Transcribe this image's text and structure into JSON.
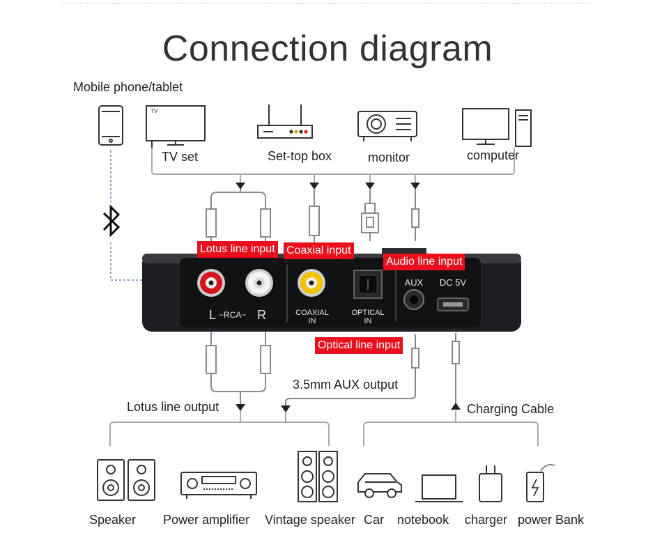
{
  "title": "Connection diagram",
  "sources": {
    "mobile": "Mobile phone/tablet",
    "tv": "TV set",
    "settop": "Set-top box",
    "monitor": "monitor",
    "computer": "computer"
  },
  "inputs": {
    "lotus": "Lotus line input",
    "coaxial": "Coaxial input",
    "audio": "Audio line input",
    "optical": "Optical line input"
  },
  "device": {
    "rca": "L −RCA− R",
    "coaxial": "COAXIAL\nIN",
    "optical": "OPTICAL\nIN",
    "aux": "AUX",
    "dc": "DC 5V",
    "tv_screen": "TV"
  },
  "outputs": {
    "aux_output": "3.5mm AUX output",
    "lotus_output": "Lotus line output",
    "charging": "Charging Cable"
  },
  "bottom": {
    "speaker": "Speaker",
    "amplifier": "Power amplifier",
    "vintage": "Vintage speaker",
    "car": "Car",
    "notebook": "notebook",
    "charger": "charger",
    "powerbank": "power Bank"
  }
}
